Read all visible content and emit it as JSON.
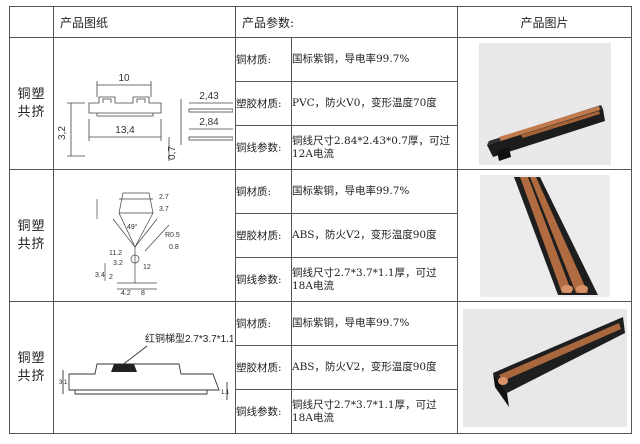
{
  "header": {
    "col_category": "",
    "col_drawing": "产品图纸",
    "col_params": "产品参数:",
    "col_photo": "产品图片"
  },
  "rows": [
    {
      "category": [
        "铜塑",
        "共挤"
      ],
      "drawing_labels": [
        "10",
        "2,43",
        "2,84",
        "13,4",
        "0,7",
        "3,2"
      ],
      "params": [
        {
          "label": "铜材质:",
          "value": "国标紫铜，导电率99.7%"
        },
        {
          "label": "塑胶材质:",
          "value": "PVC，防火V0，变形温度70度"
        },
        {
          "label": "铜线参数:",
          "value": "铜线尺寸2.84*2.43*0.7厚，可过12A电流"
        }
      ]
    },
    {
      "category": [
        "铜塑",
        "共挤"
      ],
      "drawing_labels": [
        "2.7",
        "3.7",
        "49°",
        "R0.5",
        "0.8",
        "11.2",
        "3.2",
        "12",
        "3.4",
        "2",
        "4.2",
        "8"
      ],
      "params": [
        {
          "label": "铜材质:",
          "value": "国标紫铜，导电率99.7%"
        },
        {
          "label": "塑胶材质:",
          "value": "ABS，防火V2，变形温度90度"
        },
        {
          "label": "铜线参数:",
          "value": "铜线尺寸2.7*3.7*1.1厚，可过18A电流"
        }
      ]
    },
    {
      "category": [
        "铜塑",
        "共挤"
      ],
      "drawing_labels": [
        "红铜梯型2.7*3.7*1.1",
        "3.1",
        "1.1"
      ],
      "params": [
        {
          "label": "铜材质:",
          "value": "国标紫铜，导电率99.7%"
        },
        {
          "label": "塑胶材质:",
          "value": "ABS，防火V2，变形温度90度"
        },
        {
          "label": "铜线参数:",
          "value": "铜线尺寸2.7*3.7*1.1厚，可过18A电流"
        }
      ]
    }
  ],
  "colors": {
    "copper": "#c07a4c",
    "plastic": "#1c1c1c",
    "border": "#555555"
  }
}
